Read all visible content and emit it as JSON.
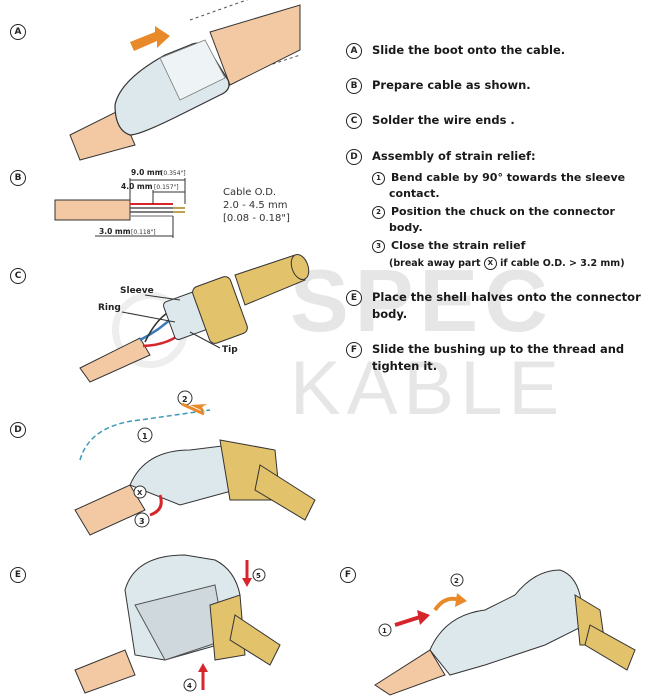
{
  "steps": {
    "A": {
      "letter": "A",
      "text": "Slide the boot onto the cable."
    },
    "B": {
      "letter": "B",
      "text": "Prepare cable as shown."
    },
    "C": {
      "letter": "C",
      "text": "Solder the wire ends ."
    },
    "D": {
      "letter": "D",
      "text": "Assembly of strain relief:",
      "subs": [
        {
          "num": "1",
          "line1": "Bend cable by 90° towards the sleeve",
          "line2": "contact."
        },
        {
          "num": "2",
          "line1": "Position the chuck on the connector",
          "line2": "body."
        },
        {
          "num": "3",
          "line1": "Close the strain relief",
          "line2_pre": "(break away part ",
          "line2_x": "X",
          "line2_post": " if cable O.D. > 3.2 mm)"
        }
      ]
    },
    "E": {
      "letter": "E",
      "line1": "Place the shell halves onto the connector",
      "line2": "body."
    },
    "F": {
      "letter": "F",
      "line1": "Slide the bushing up to the thread and",
      "line2": "tighten it."
    }
  },
  "figB": {
    "dim1": "9.0 mm",
    "dim1_in": "[0.354\"]",
    "dim2": "4.0 mm",
    "dim2_in": "[0.157\"]",
    "dim3": "3.0 mm",
    "dim3_in": "[0.118\"]",
    "od_title": "Cable O.D.",
    "od_mm": "2.0 - 4.5 mm",
    "od_in": "[0.08 - 0.18\"]"
  },
  "figC": {
    "sleeve": "Sleeve",
    "ring": "Ring",
    "tip": "Tip"
  },
  "figD": {
    "step1": "1",
    "step2": "2",
    "step3": "3",
    "x": "X"
  },
  "figE": {
    "step4": "4",
    "step5": "5"
  },
  "figF": {
    "step1": "1",
    "step2": "2"
  },
  "watermark": {
    "line1": "SPEC",
    "line2": "KABLE"
  },
  "colors": {
    "cable": "#f3c9a3",
    "metal": "#e2c26a",
    "shell": "#dde8ec",
    "arrow_orange": "#e88a2a",
    "arrow_red": "#d7262b"
  }
}
